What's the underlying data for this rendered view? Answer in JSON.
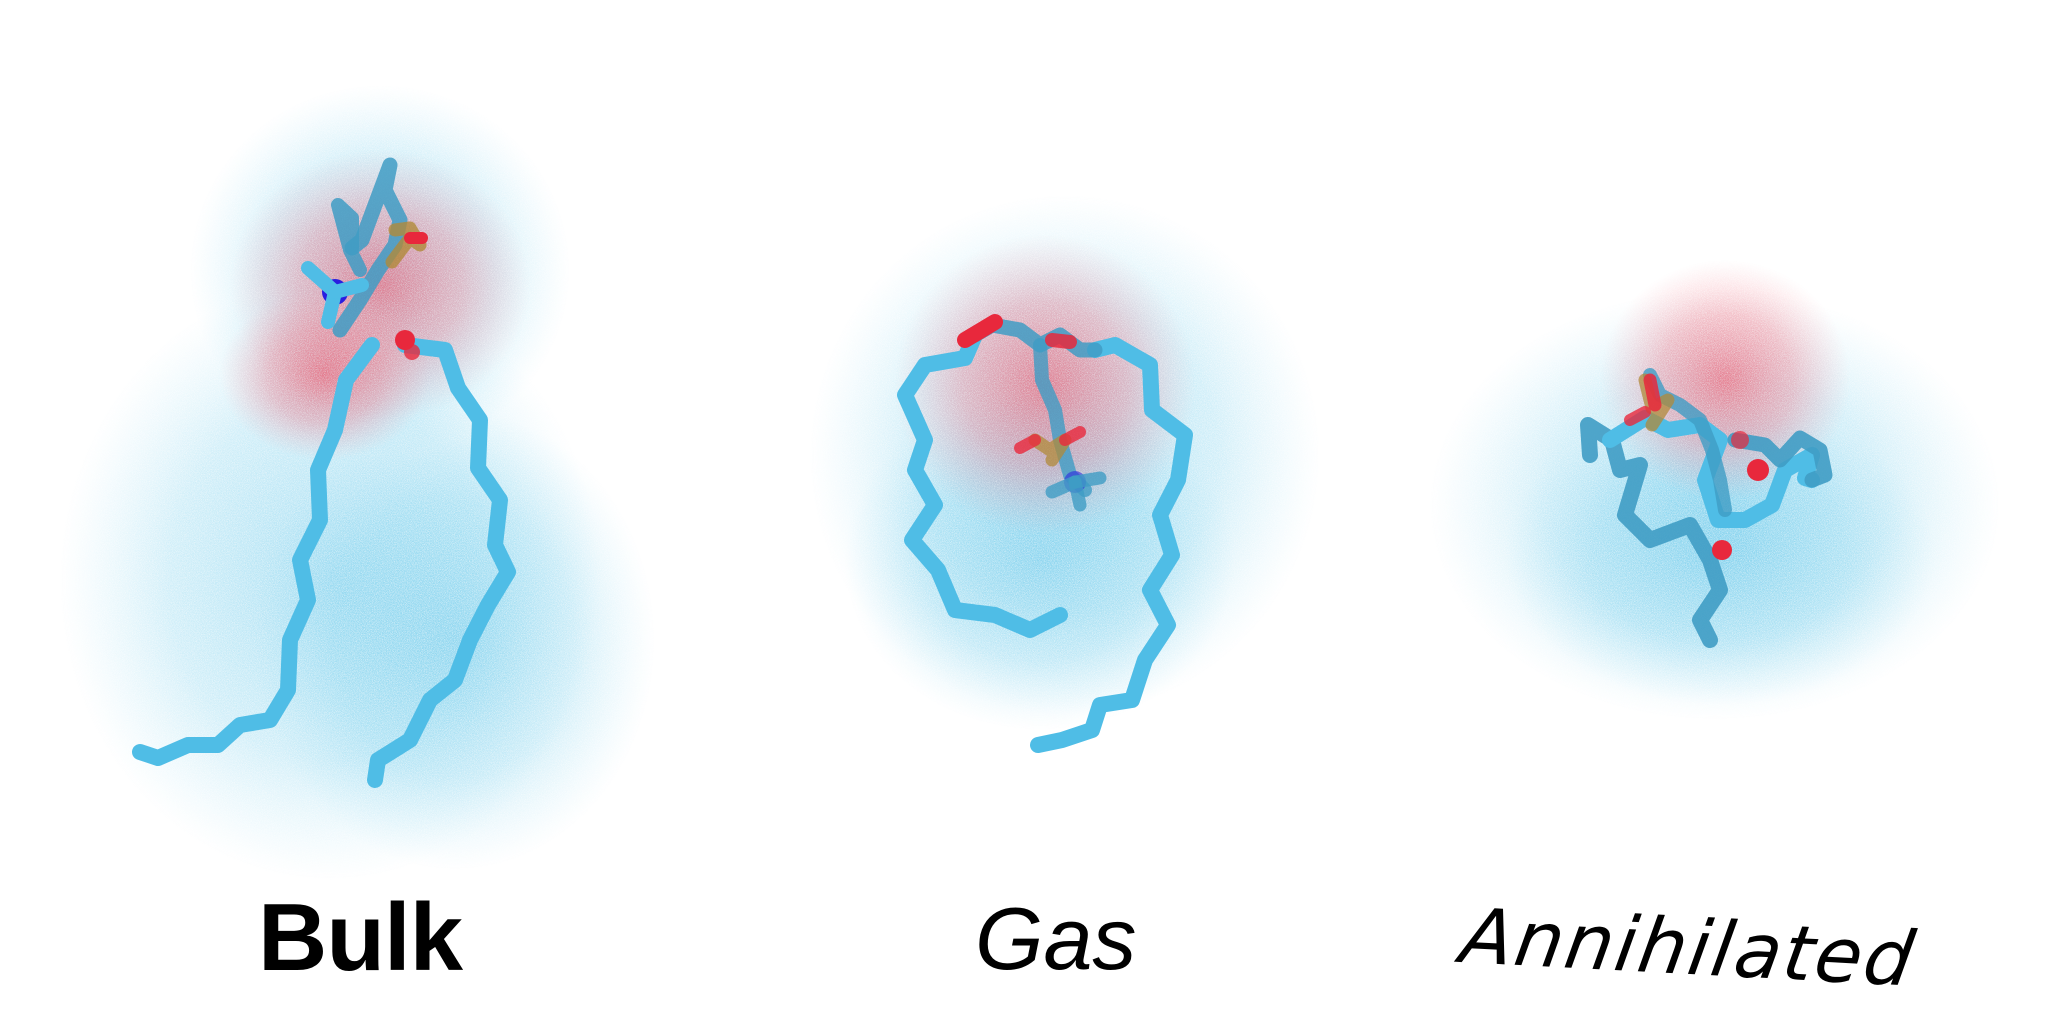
{
  "panels": [
    {
      "id": "bulk",
      "caption": "Bulk",
      "cloud_colors": {
        "tails": "#5cc3e8",
        "headgroup": "#f0566a"
      }
    },
    {
      "id": "gas",
      "caption": "Gas",
      "cloud_colors": {
        "tails": "#5cc3e8",
        "headgroup": "#f0566a"
      }
    },
    {
      "id": "annihilated",
      "caption": "Annihilated",
      "cloud_colors": {
        "tails": "#5cc3e8",
        "headgroup": "#f0566a"
      }
    }
  ],
  "colors": {
    "carbon": "#4fbde6",
    "carbon_dark": "#3f9cc4",
    "oxygen": "#e8283c",
    "nitrogen": "#2a1ee0",
    "phosphorus": "#b08a3a",
    "caption": "#000000"
  }
}
